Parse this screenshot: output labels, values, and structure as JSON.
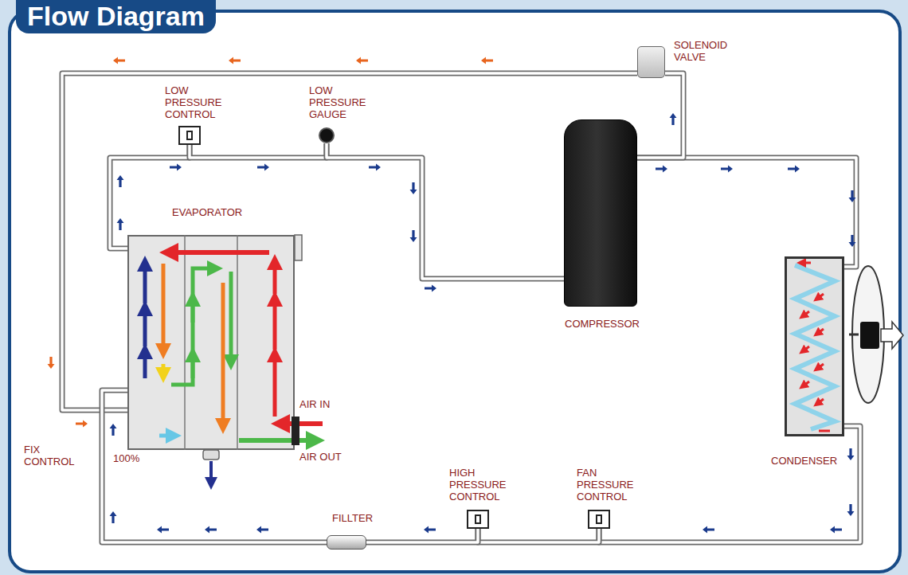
{
  "diagram": {
    "title": "Flow Diagram",
    "nodes": [
      {
        "text": [
          "LOW PRESSURE CONTROL"
        ]
      },
      {
        "text": [
          "LOW PRESSURE GAUGE"
        ]
      },
      {
        "text": [
          "SOLENOID VALVE"
        ]
      },
      {
        "text": [
          "EVAPORATOR"
        ]
      },
      {
        "text": [
          "COMPRESSOR"
        ]
      },
      {
        "text": [
          "CONDENSER"
        ]
      },
      {
        "text": [
          "HIGH PRESSURE CONTROL"
        ]
      },
      {
        "text": [
          "FAN PRESSURE CONTROL"
        ]
      },
      {
        "text": [
          "FILLTER"
        ]
      }
    ],
    "edges": [
      {
        "from": 4,
        "to": 5,
        "arrow": "none"
      },
      {
        "from": 4,
        "to": 2,
        "arrow": "none"
      },
      {
        "from": 2,
        "to": 3,
        "arrow": "none"
      },
      {
        "from": 5,
        "to": 7,
        "arrow": "none"
      },
      {
        "from": 7,
        "to": 6,
        "arrow": "none"
      },
      {
        "from": 6,
        "to": 8,
        "arrow": "none"
      },
      {
        "from": 8,
        "to": 3,
        "arrow": "none"
      },
      {
        "from": 3,
        "to": 0,
        "arrow": "none"
      },
      {
        "from": 0,
        "to": 1,
        "arrow": "none"
      },
      {
        "from": 1,
        "to": 4,
        "arrow": "none"
      }
    ],
    "labels": [
      "AIR IN",
      "AIR OUT",
      "FIX CONTROL",
      "100%"
    ]
  }
}
